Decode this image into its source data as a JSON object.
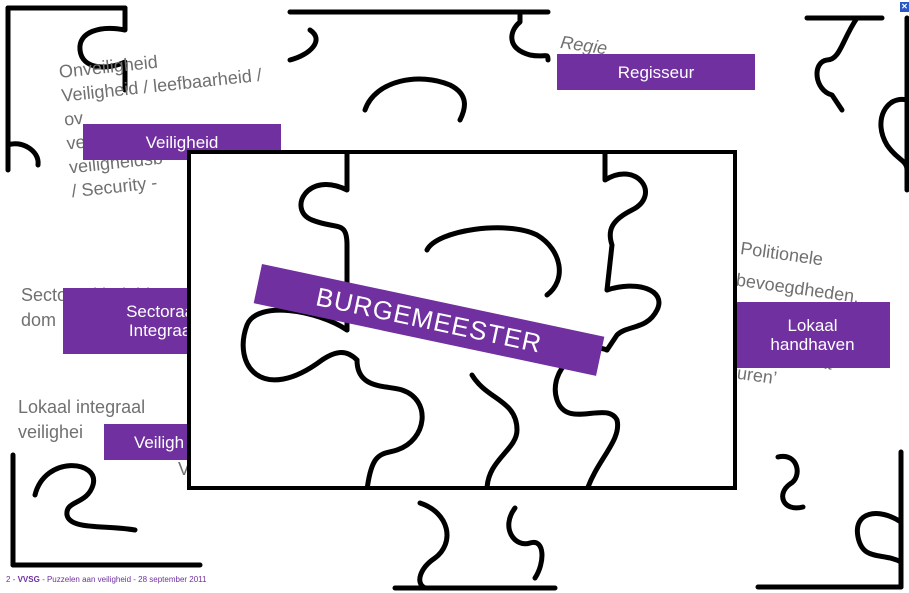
{
  "top_left": {
    "lines": [
      "Onveiligheid",
      "Veiligheid / leefbaarheid /",
      "ov",
      "veiligheid /",
      "veiligheidsb",
      "/ Security -"
    ],
    "tag": "Veiligheid"
  },
  "top_right": {
    "text": "Regie",
    "tag": "Regisseur"
  },
  "middle_left": {
    "lines": [
      "Sectoraal beleid",
      "dom"
    ],
    "tag_lines": [
      "Sectoraal",
      "Integraal"
    ]
  },
  "middle_right": {
    "lines": [
      "Politionele",
      "bevoegdheden,",
      "AS, ‘versterkt",
      "sturen’"
    ],
    "tag_lines": [
      "Lokaal",
      "handhaven"
    ]
  },
  "bottom_left": {
    "lines": [
      "Lokaal integraal",
      "veilighei",
      "V"
    ],
    "tag": "Veiligh"
  },
  "center": {
    "banner": "BURGEMEESTER"
  },
  "footer": {
    "page": "2",
    "sep": "-",
    "org": "VVSG",
    "sep2": "-",
    "title": "Puzzelen aan veiligheid - 28 september 2011"
  },
  "close_glyph": "✕"
}
